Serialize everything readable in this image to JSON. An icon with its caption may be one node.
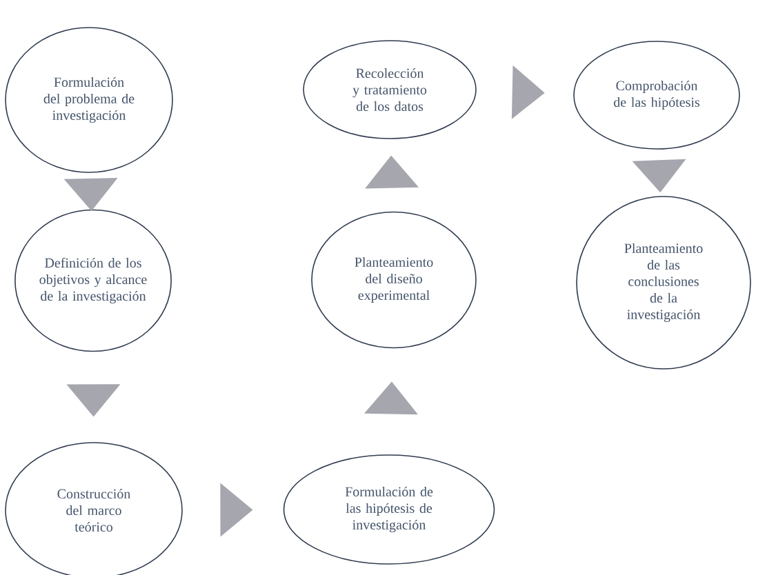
{
  "diagram": {
    "nodes": [
      {
        "text": [
          "Formulación del problema de investigación"
        ]
      },
      {
        "text": [
          "Definición de los objetivos y alcance de la investigación"
        ]
      },
      {
        "text": [
          "Construcción del marco teórico"
        ]
      },
      {
        "text": [
          "Formulación de las hipótesis de investigación"
        ]
      },
      {
        "text": [
          "Planteamiento del diseño experimental"
        ]
      },
      {
        "text": [
          "Recolección y tratamiento de los datos"
        ]
      },
      {
        "text": [
          "Comprobación de las hipótesis"
        ]
      },
      {
        "text": [
          "Planteamiento de las conclusiones de la investigación"
        ]
      }
    ],
    "edges": [
      {
        "from": 0,
        "to": 1,
        "arrow": "to"
      },
      {
        "from": 1,
        "to": 2,
        "arrow": "to"
      },
      {
        "from": 2,
        "to": 3,
        "arrow": "to"
      },
      {
        "from": 3,
        "to": 4,
        "arrow": "to"
      },
      {
        "from": 4,
        "to": 5,
        "arrow": "to"
      },
      {
        "from": 5,
        "to": 6,
        "arrow": "to"
      },
      {
        "from": 6,
        "to": 7,
        "arrow": "to"
      }
    ]
  }
}
